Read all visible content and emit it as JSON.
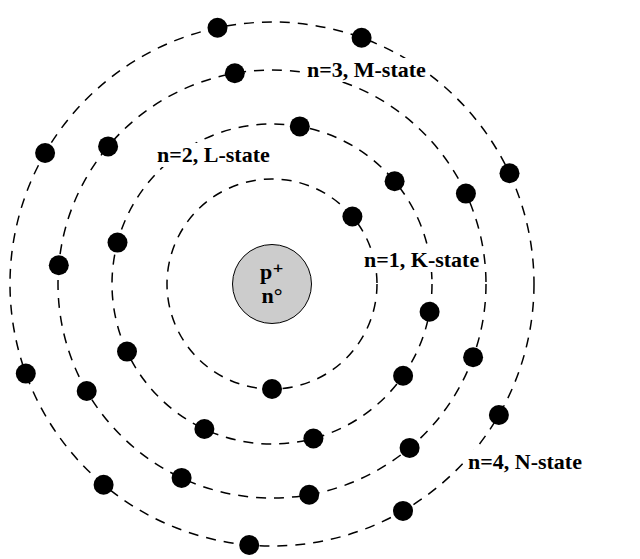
{
  "diagram": {
    "nodes": [
      {
        "text": [
          "p⁺",
          "n°"
        ]
      }
    ],
    "labels": [
      "n=3, M-state",
      "n=2, L-state",
      "n=1, K-state",
      "n=4, N-state"
    ]
  }
}
